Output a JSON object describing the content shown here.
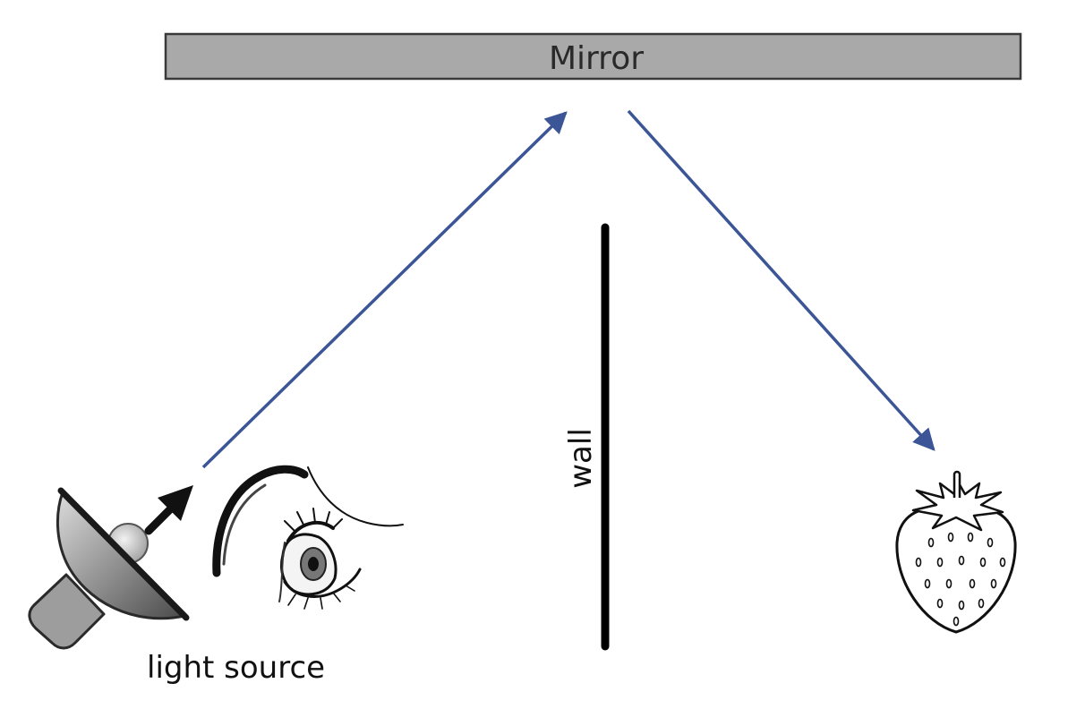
{
  "diagram": {
    "mirror": {
      "label": "Mirror"
    },
    "wall": {
      "label": "wall"
    },
    "light_source": {
      "label": "light source"
    },
    "icons": [
      "lamp-icon",
      "eye-icon",
      "strawberry-icon",
      "arrow-icon"
    ],
    "colors": {
      "ray": "#3b5596",
      "mirror_fill": "#a9a9a9",
      "mirror_stroke": "#3a3a3a",
      "wall": "#000000"
    }
  }
}
